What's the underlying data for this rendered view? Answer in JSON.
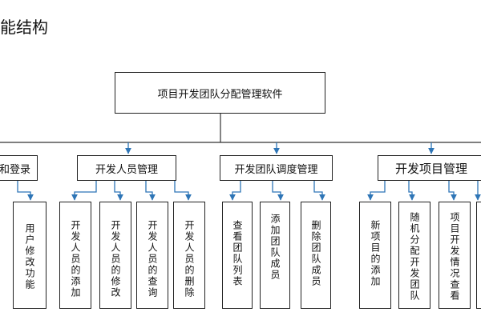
{
  "page_title": "能结构",
  "root": {
    "label": "项目开发团队分配管理软件"
  },
  "modules": [
    {
      "label": "和登录",
      "leaves": [
        "用户修改功能"
      ]
    },
    {
      "label": "开发人员管理",
      "leaves": [
        "开发人员的添加",
        "开发人员的修改",
        "开发人员的查询",
        "开发人员的删除"
      ]
    },
    {
      "label": "开发团队调度管理",
      "leaves": [
        "查看团队列表",
        "添加团队成员",
        "删除团队成员"
      ]
    },
    {
      "label": "开发项目管理",
      "leaves": [
        "新项目的添加",
        "随机分配开发团队",
        "项目开发情况查看"
      ]
    }
  ],
  "colors": {
    "connector": "#2e75b6",
    "border": "#222222"
  }
}
